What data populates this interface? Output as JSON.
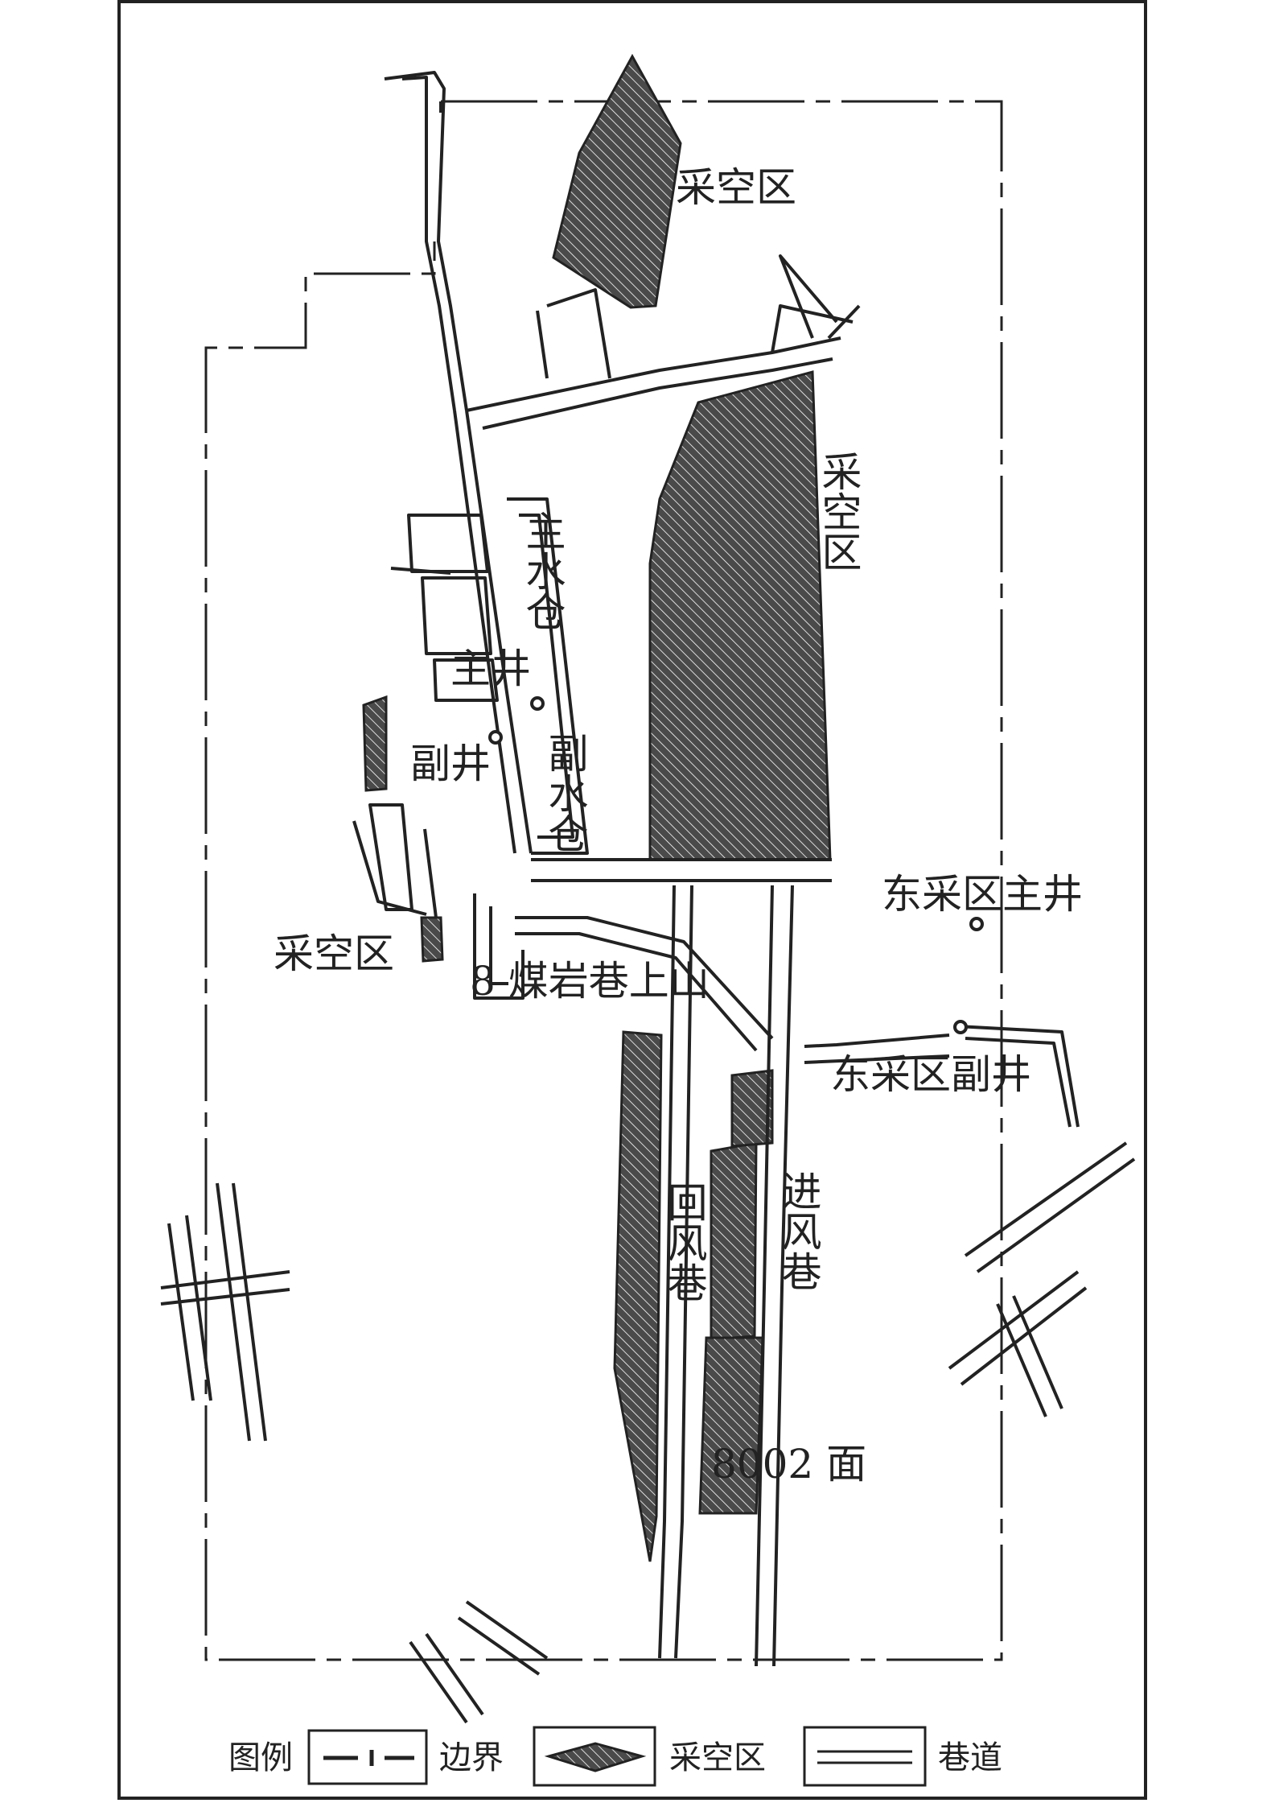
{
  "labels": {
    "goaf_north": "采空区",
    "goaf_east": "采空区",
    "goaf_west": "采空区",
    "main_sump": "主水仓",
    "main_shaft": "主井",
    "aux_shaft": "副井",
    "aux_sump": "副水仓",
    "east_main_shaft": "东采区主井",
    "east_aux_shaft": "东采区副井",
    "rock_roadway": "8 煤岩巷上山",
    "return_airway": "回风巷",
    "intake_airway": "进风巷",
    "face": "8002 面"
  },
  "legend": {
    "title": "图例",
    "boundary": "边界",
    "goaf": "采空区",
    "roadway": "巷道"
  },
  "colors": {
    "line": "#222222",
    "hatch_fill": "#555555",
    "background": "#ffffff"
  }
}
